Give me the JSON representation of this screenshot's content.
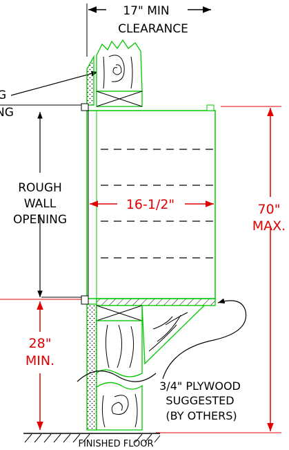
{
  "labels": {
    "clearance_line1": "17\" MIN",
    "clearance_line2": "CLEARANCE",
    "left_cut_1": "G",
    "left_cut_2": "NG",
    "rough_line1": "ROUGH",
    "rough_line2": "WALL",
    "rough_line3": "OPENING",
    "width_dim": "16-1/2\"",
    "height_line1": "70\"",
    "height_line2": "MAX.",
    "sill_line1": "28\"",
    "sill_line2": "MIN.",
    "plywood_line1": "3/4\" PLYWOOD",
    "plywood_line2": "SUGGESTED",
    "plywood_line3": "(BY OTHERS)",
    "floor": "FINISHED FLOOR"
  },
  "colors": {
    "line": "#000000",
    "green": "#00c800",
    "red": "#e00000"
  }
}
